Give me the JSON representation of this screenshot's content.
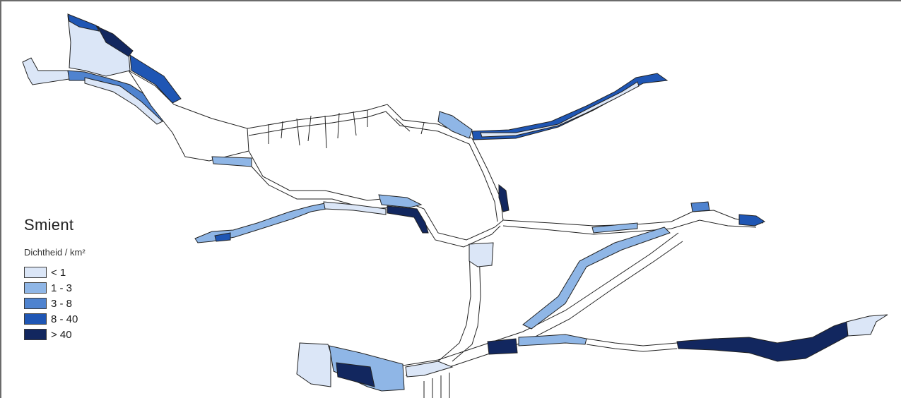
{
  "legend": {
    "title": "Smient",
    "subtitle": "Dichtheid / km²",
    "classes": [
      {
        "label": "< 1",
        "color": "#dbe6f7"
      },
      {
        "label": "1 - 3",
        "color": "#8fb6e6"
      },
      {
        "label": "3 - 8",
        "color": "#4f83cf"
      },
      {
        "label": "8 - 40",
        "color": "#1f56b4"
      },
      {
        "label": "> 40",
        "color": "#12275f"
      }
    ]
  }
}
